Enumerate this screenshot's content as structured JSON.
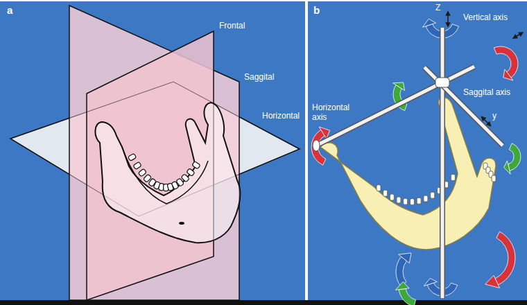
{
  "diagram": {
    "labels": [
      "a",
      "Frontal",
      "Saggital",
      "Horizontal",
      "b",
      "Z",
      "Vertical axis",
      "Horizontal axis",
      "Saggital axis",
      "y"
    ]
  }
}
